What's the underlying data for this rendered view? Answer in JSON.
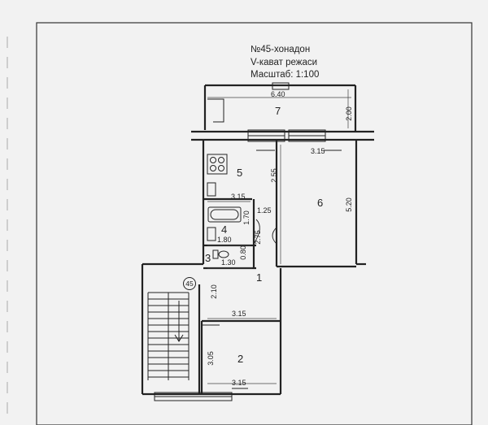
{
  "header": {
    "apartment": "№45-хонадон",
    "floor_plan": "V-кават режаси",
    "scale": "Масштаб: 1:100"
  },
  "apartment_badge": "45",
  "rooms": {
    "r1": "1",
    "r2": "2",
    "r3": "3",
    "r4": "4",
    "r5": "5",
    "r6": "6",
    "r7": "7"
  },
  "dimensions": {
    "d640": "6.40",
    "d200": "2.00",
    "d315_balcony": "3.15",
    "d255": "2.55",
    "d315_kitchen": "3.15",
    "d520": "5.20",
    "d125": "1.25",
    "d170": "1.70",
    "d275": "2.75",
    "d180": "1.80",
    "d080": "0.80",
    "d130": "1.30",
    "d210": "2.10",
    "d315_hall": "3.15",
    "d305": "3.05",
    "d315_bottom": "3.15"
  }
}
